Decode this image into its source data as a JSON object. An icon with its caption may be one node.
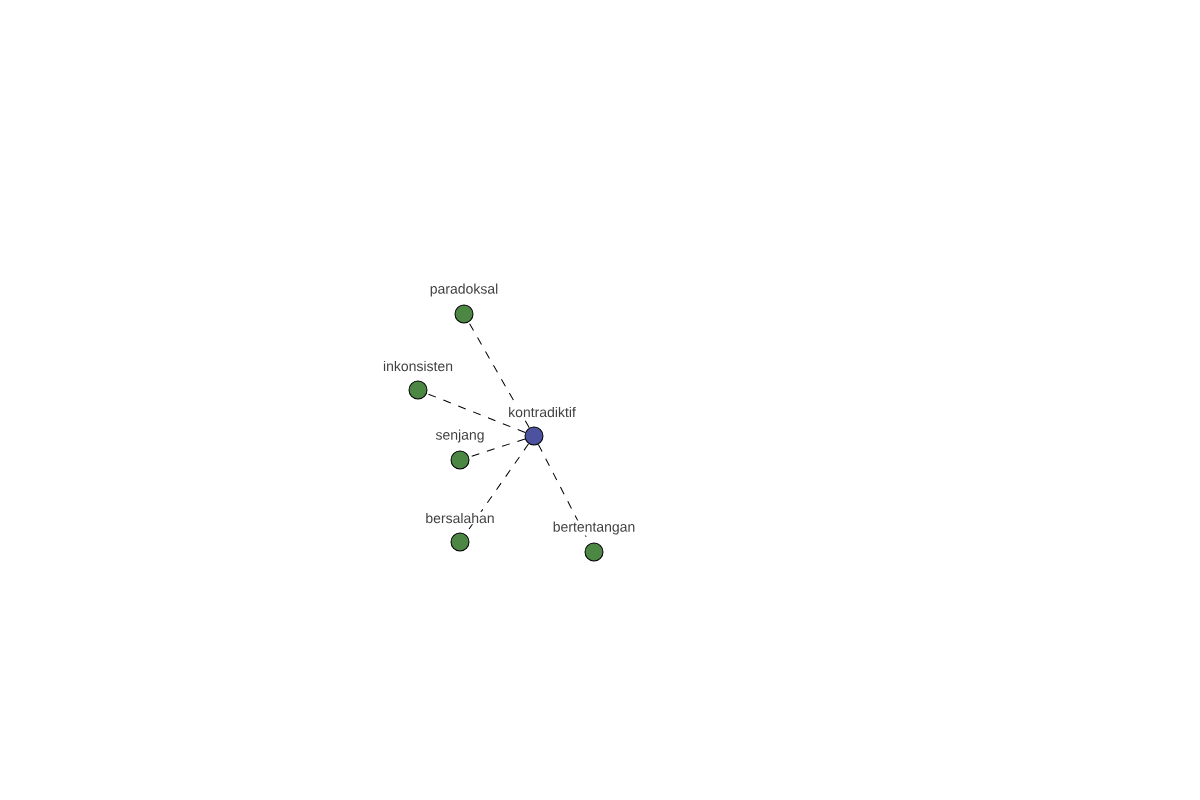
{
  "diagram": {
    "nodes": [
      {
        "text": [
          "kontradiktif"
        ]
      },
      {
        "text": [
          "paradoksal"
        ]
      },
      {
        "text": [
          "inkonsisten"
        ]
      },
      {
        "text": [
          "senjang"
        ]
      },
      {
        "text": [
          "bersalahan"
        ]
      },
      {
        "text": [
          "bertentangan"
        ]
      }
    ],
    "edges": [
      {
        "from": 0,
        "to": 1,
        "arrow": "none",
        "style": "dashed"
      },
      {
        "from": 0,
        "to": 2,
        "arrow": "none",
        "style": "dashed"
      },
      {
        "from": 0,
        "to": 3,
        "arrow": "none",
        "style": "dashed"
      },
      {
        "from": 0,
        "to": 4,
        "arrow": "none",
        "style": "dashed"
      },
      {
        "from": 0,
        "to": 5,
        "arrow": "none",
        "style": "dashed"
      }
    ]
  }
}
